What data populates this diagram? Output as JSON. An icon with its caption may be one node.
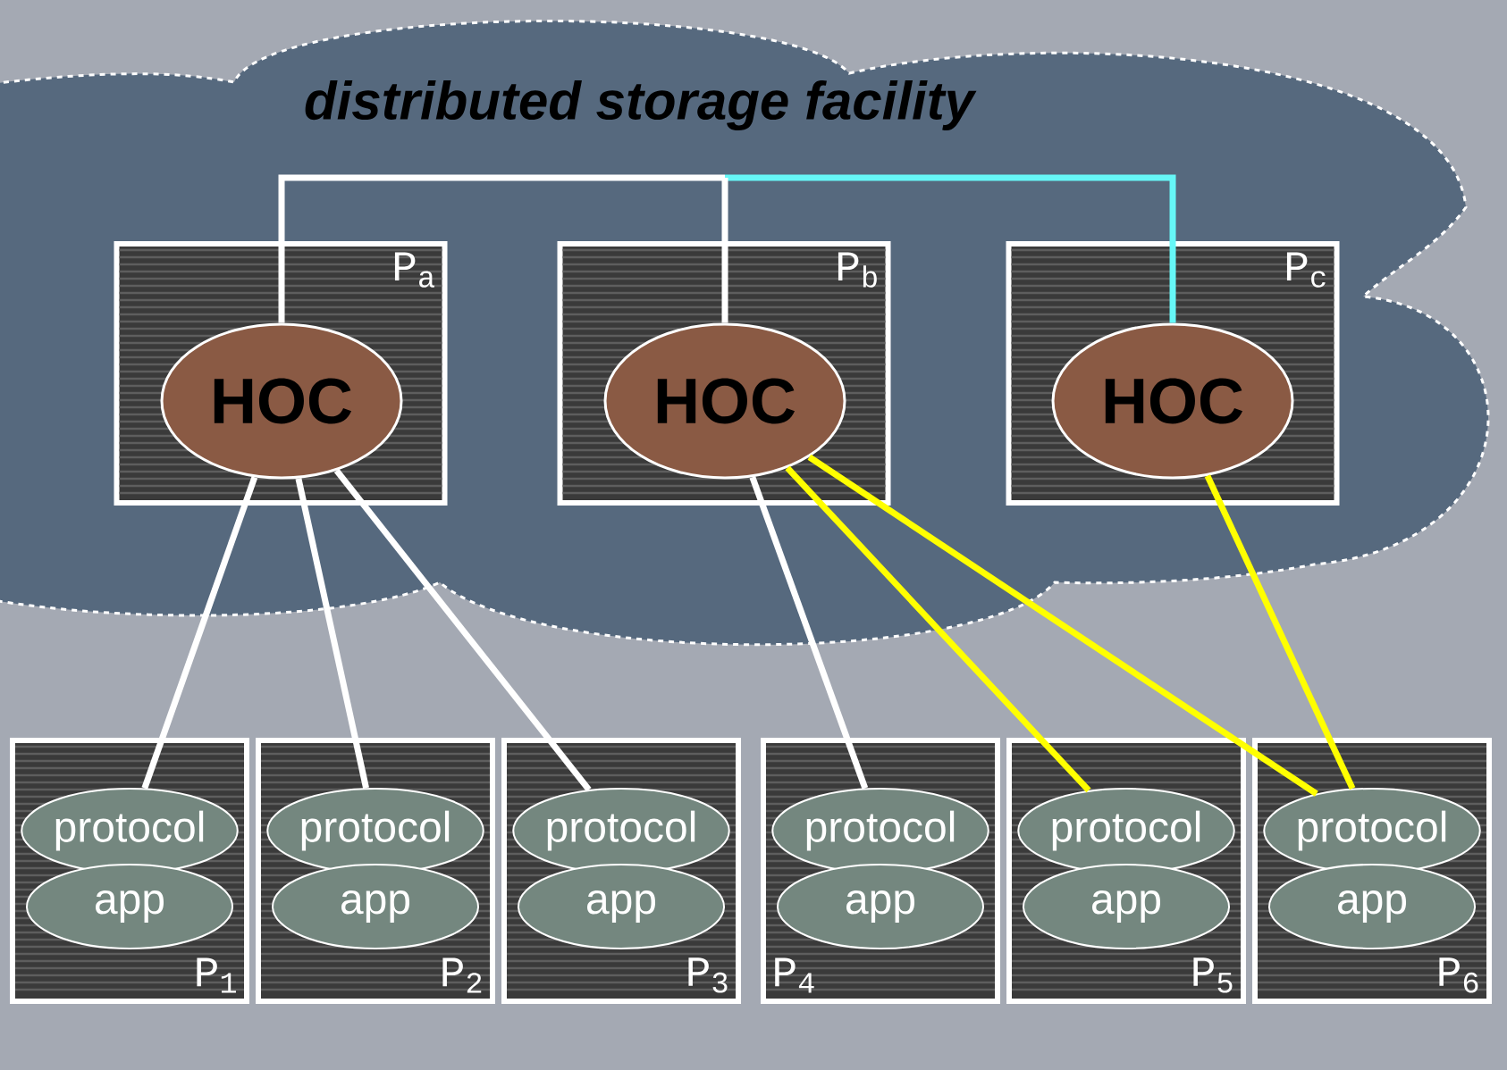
{
  "diagram": {
    "nodes": [
      {
        "text": [
          "distributed storage facility"
        ]
      },
      {
        "text": [
          "P$_{a}$"
        ],
        "in": 0
      },
      {
        "text": [
          "HOC"
        ],
        "in": 1
      },
      {
        "text": [
          "P$_{b}$"
        ],
        "in": 0
      },
      {
        "text": [
          "HOC"
        ],
        "in": 3
      },
      {
        "text": [
          "P$_{c}$"
        ],
        "in": 0
      },
      {
        "text": [
          "HOC"
        ],
        "in": 5
      },
      {
        "text": [
          "P$_{1}$"
        ]
      },
      {
        "text": [
          "protocol"
        ],
        "in": 7
      },
      {
        "text": [
          "app"
        ],
        "in": 7
      },
      {
        "text": [
          "P$_{2}$"
        ]
      },
      {
        "text": [
          "protocol"
        ],
        "in": 10
      },
      {
        "text": [
          "app"
        ],
        "in": 10
      },
      {
        "text": [
          "P$_{3}$"
        ]
      },
      {
        "text": [
          "protocol"
        ],
        "in": 13
      },
      {
        "text": [
          "app"
        ],
        "in": 13
      },
      {
        "text": [
          "P$_{4}$"
        ]
      },
      {
        "text": [
          "protocol"
        ],
        "in": 16
      },
      {
        "text": [
          "app"
        ],
        "in": 16
      },
      {
        "text": [
          "P$_{5}$"
        ]
      },
      {
        "text": [
          "protocol"
        ],
        "in": 19
      },
      {
        "text": [
          "app"
        ],
        "in": 19
      },
      {
        "text": [
          "P$_{6}$"
        ]
      },
      {
        "text": [
          "protocol"
        ],
        "in": 22
      },
      {
        "text": [
          "app"
        ],
        "in": 22
      }
    ],
    "edges": [
      {
        "from": 2,
        "to": 4,
        "arrow": "none"
      },
      {
        "from": 2,
        "to": 6,
        "arrow": "none",
        "color": "#66f7f7"
      },
      {
        "from": 4,
        "to": 6,
        "arrow": "none",
        "color": "#66f7f7"
      },
      {
        "from": 2,
        "to": 8,
        "arrow": "none"
      },
      {
        "from": 2,
        "to": 11,
        "arrow": "none"
      },
      {
        "from": 2,
        "to": 14,
        "arrow": "none"
      },
      {
        "from": 4,
        "to": 17,
        "arrow": "none"
      },
      {
        "from": 4,
        "to": 20,
        "arrow": "none",
        "color": "#ffff00"
      },
      {
        "from": 4,
        "to": 23,
        "arrow": "none",
        "color": "#ffff00"
      },
      {
        "from": 6,
        "to": 23,
        "arrow": "none",
        "color": "#ffff00"
      }
    ]
  }
}
